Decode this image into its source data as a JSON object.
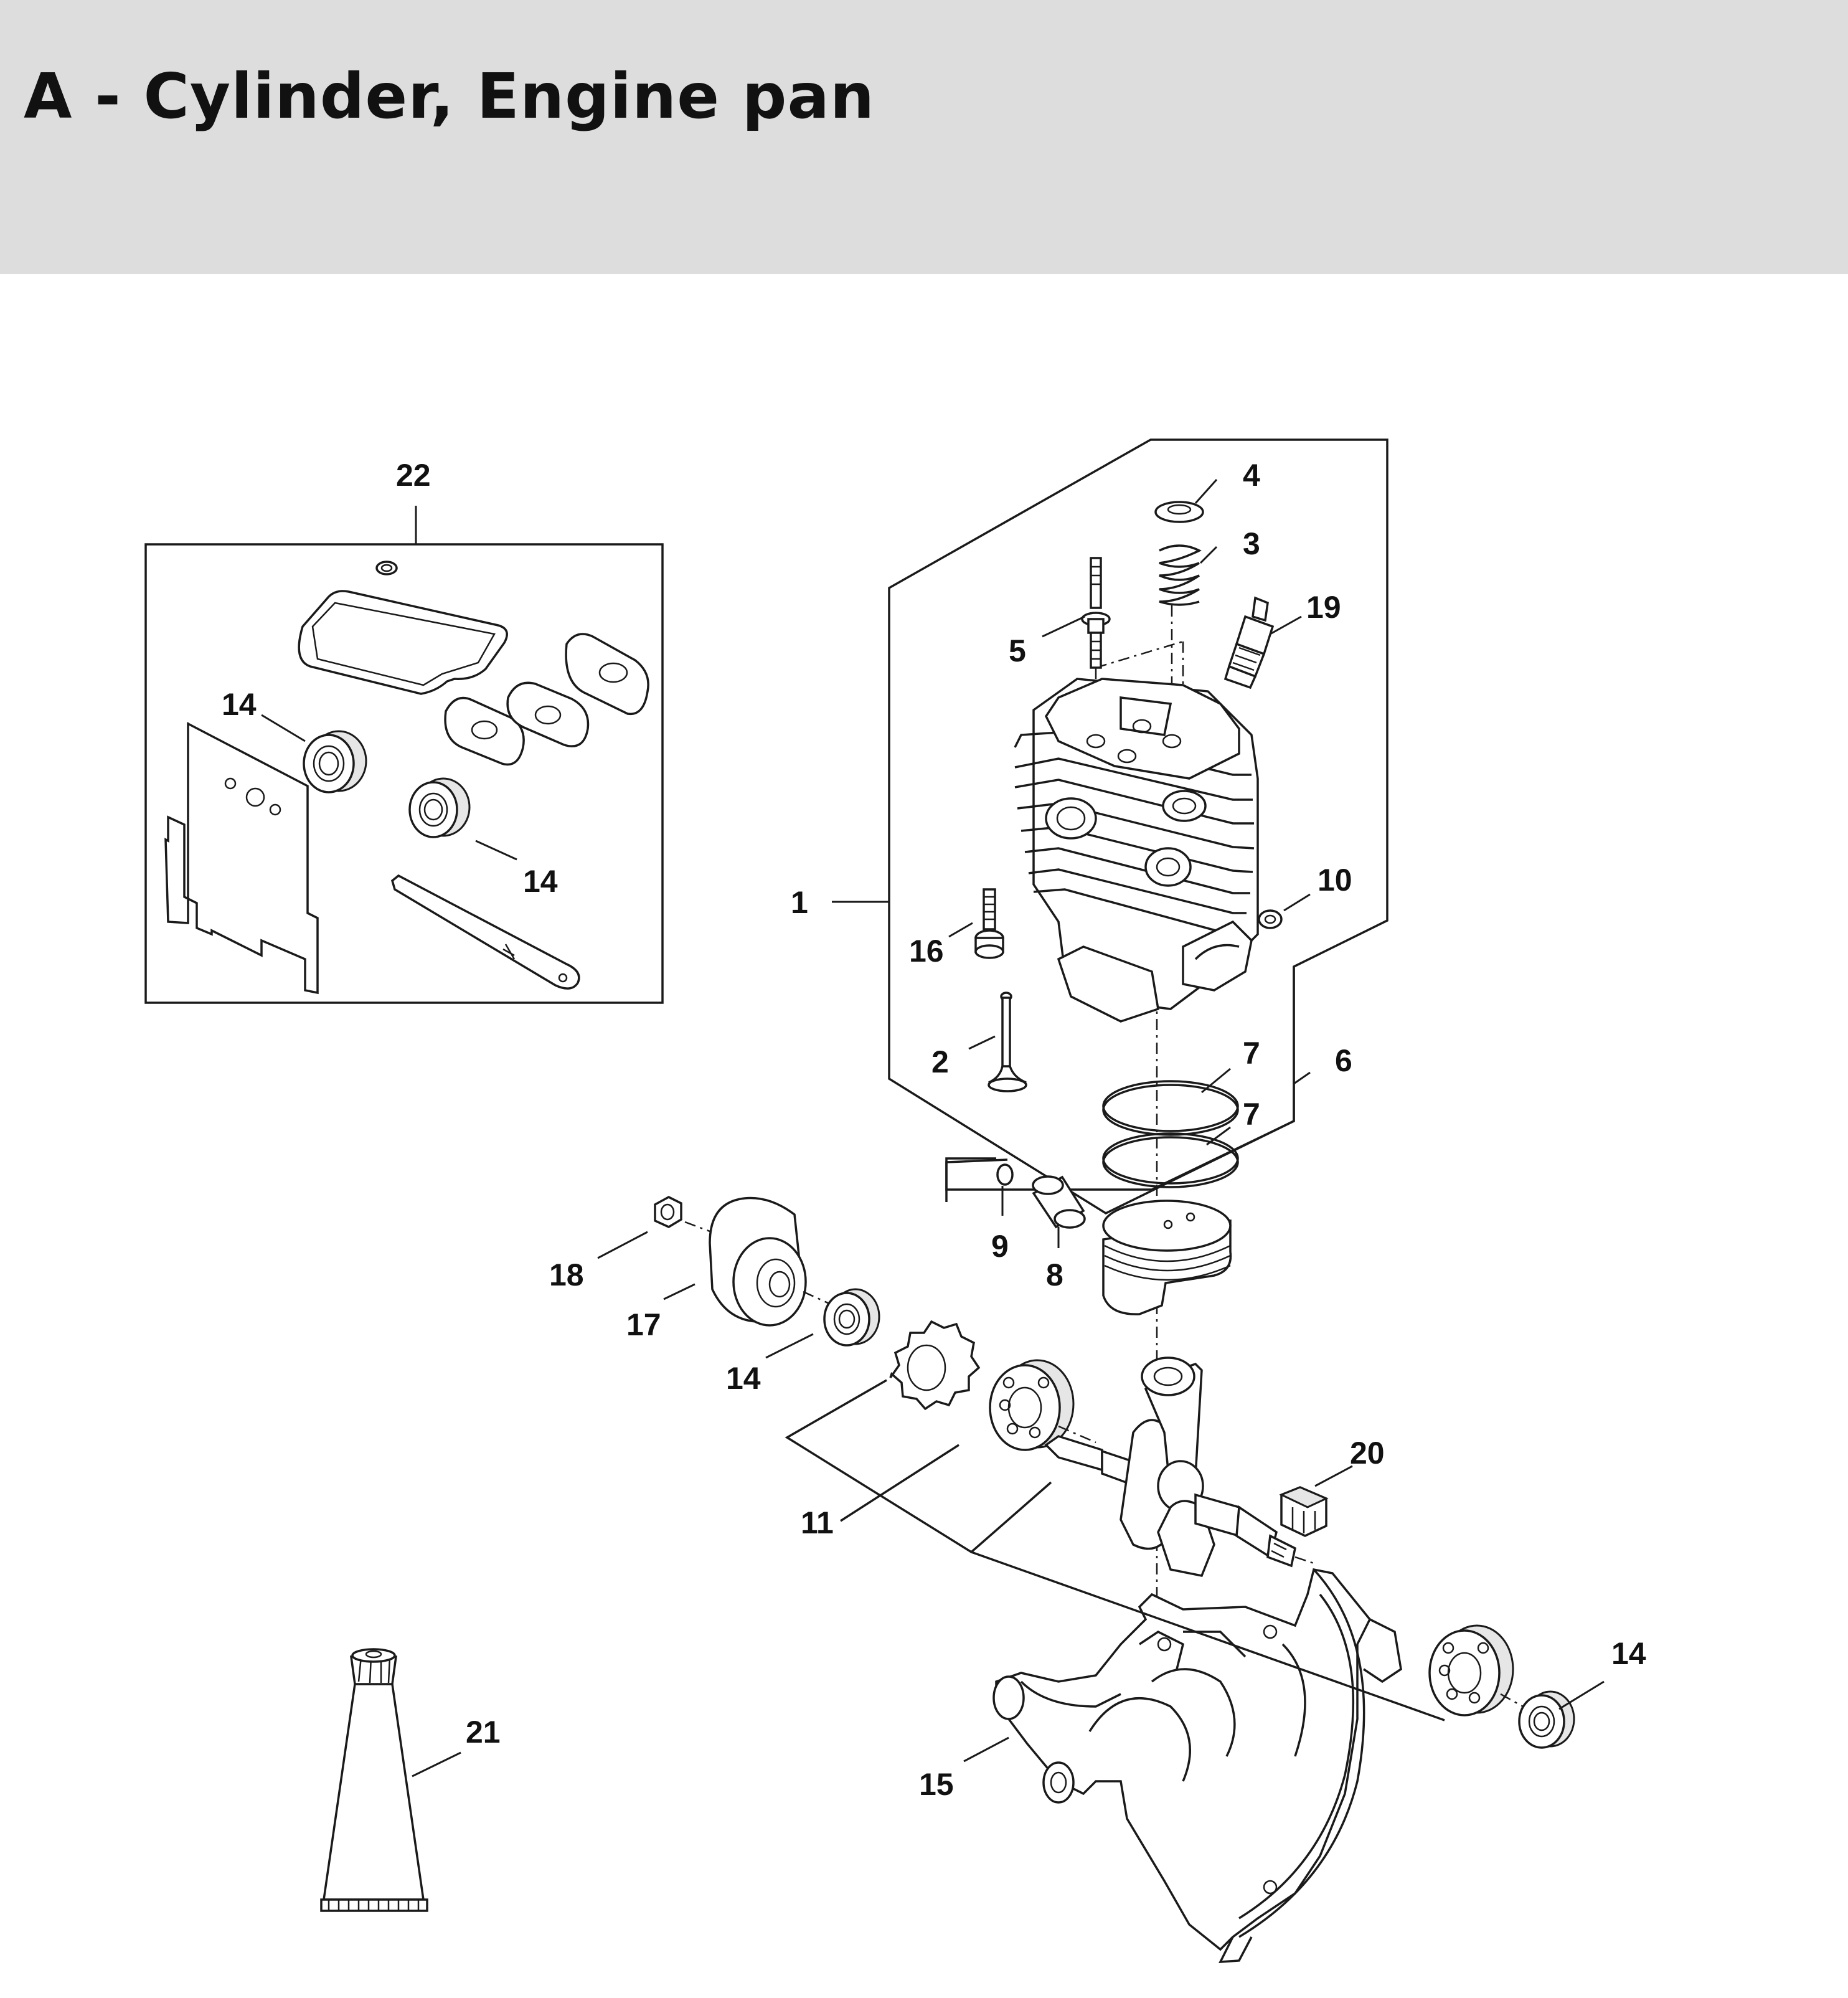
{
  "header": {
    "title": "A - Cylinder, Engine pan"
  },
  "diagram": {
    "callouts": {
      "c1": "1",
      "c2": "2",
      "c3": "3",
      "c4": "4",
      "c5": "5",
      "c6": "6",
      "c7a": "7",
      "c7b": "7",
      "c8": "8",
      "c9": "9",
      "c10": "10",
      "c11": "11",
      "c14a": "14",
      "c14b": "14",
      "c14c": "14",
      "c14d": "14",
      "c15": "15",
      "c16": "16",
      "c17": "17",
      "c18": "18",
      "c19": "19",
      "c20": "20",
      "c21": "21",
      "c22": "22"
    }
  },
  "colors": {
    "header_bg": "#dcdddc",
    "ink": "#1a1a1a",
    "paper": "#ffffff"
  }
}
